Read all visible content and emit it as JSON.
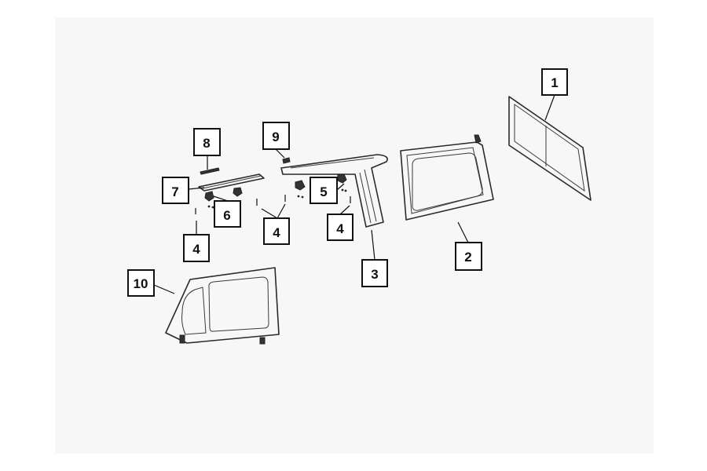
{
  "diagram": {
    "background_color": "#f7f7f7",
    "callouts": [
      {
        "id": "c1",
        "label": "1"
      },
      {
        "id": "c2",
        "label": "2"
      },
      {
        "id": "c3",
        "label": "3"
      },
      {
        "id": "c4a",
        "label": "4"
      },
      {
        "id": "c4b",
        "label": "4"
      },
      {
        "id": "c4c",
        "label": "4"
      },
      {
        "id": "c5",
        "label": "5"
      },
      {
        "id": "c6",
        "label": "6"
      },
      {
        "id": "c7",
        "label": "7"
      },
      {
        "id": "c8",
        "label": "8"
      },
      {
        "id": "c9",
        "label": "9"
      },
      {
        "id": "c10",
        "label": "10"
      }
    ]
  }
}
